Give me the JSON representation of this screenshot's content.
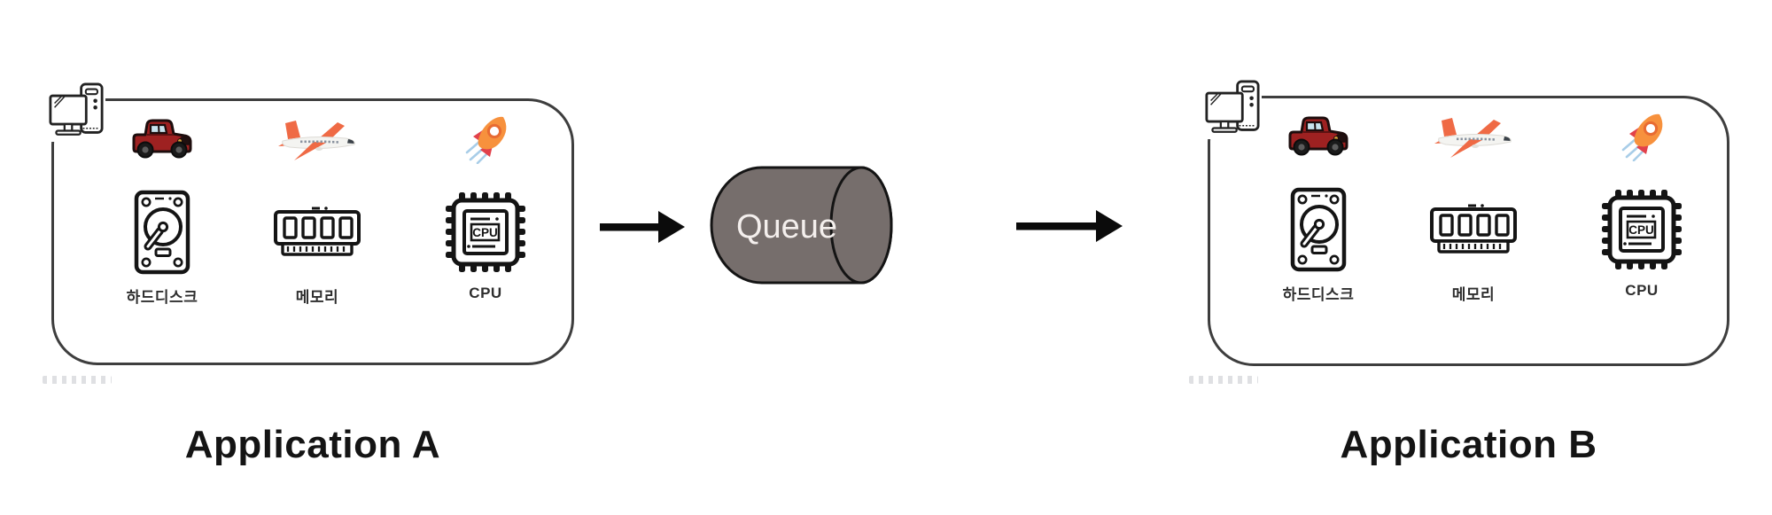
{
  "apps": [
    {
      "title": "Application A",
      "columns": [
        {
          "icon": "vintage-car",
          "hardware_icon": "hard-disk",
          "label": "하드디스크"
        },
        {
          "icon": "airplane",
          "hardware_icon": "memory-ram",
          "label": "메모리"
        },
        {
          "icon": "rocket",
          "hardware_icon": "cpu-chip",
          "label": "CPU"
        }
      ]
    },
    {
      "title": "Application B",
      "columns": [
        {
          "icon": "vintage-car",
          "hardware_icon": "hard-disk",
          "label": "하드디스크"
        },
        {
          "icon": "airplane",
          "hardware_icon": "memory-ram",
          "label": "메모리"
        },
        {
          "icon": "rocket",
          "hardware_icon": "cpu-chip",
          "label": "CPU"
        }
      ]
    }
  ],
  "queue": {
    "label": "Queue",
    "fill": "#766e6c",
    "outline": "#141414",
    "text_color": "#f4efed"
  },
  "hardware": {
    "cpu_chip_text": "CPU"
  },
  "colors": {
    "background": "#ffffff",
    "box_border": "#3e3e3e",
    "arrow": "#0b0b0b",
    "title_text": "#141414",
    "label_text": "#2e2e2e"
  }
}
